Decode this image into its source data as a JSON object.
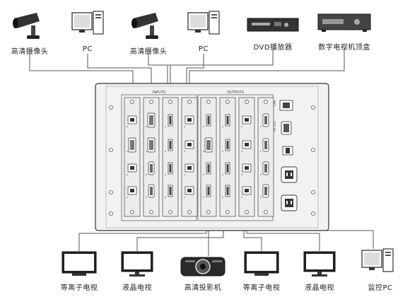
{
  "top_devices": [
    {
      "name": "camera-1",
      "label": "高清摄像头",
      "icon": "camera-icon"
    },
    {
      "name": "pc-1",
      "label": "PC",
      "icon": "pc-icon"
    },
    {
      "name": "camera-2",
      "label": "高清摄像头",
      "icon": "camera-icon"
    },
    {
      "name": "pc-2",
      "label": "PC",
      "icon": "pc-icon"
    },
    {
      "name": "dvd-player",
      "label": "DVD播放器",
      "icon": "dvd-player-icon"
    },
    {
      "name": "set-top-box",
      "label": "数字电视机顶盒",
      "icon": "set-top-box-icon"
    }
  ],
  "bottom_devices": [
    {
      "name": "plasma-tv-1",
      "label": "等离子电视",
      "icon": "tv-icon"
    },
    {
      "name": "lcd-tv-1",
      "label": "液晶电视",
      "icon": "monitor-icon"
    },
    {
      "name": "hd-projector",
      "label": "高清投影机",
      "icon": "projector-icon"
    },
    {
      "name": "plasma-tv-2",
      "label": "等离子电视",
      "icon": "tv-icon"
    },
    {
      "name": "lcd-tv-2",
      "label": "液晶电视",
      "icon": "monitor-icon"
    },
    {
      "name": "monitor-pc",
      "label": "监控PC",
      "icon": "pc-icon"
    }
  ],
  "chassis": {
    "inputs_label": "INPUTS",
    "outputs_label": "OUTPUTS",
    "lan_label": "LAN",
    "rs232_label": "RS-232"
  },
  "colors": {
    "line": "#555555",
    "chassis_fill": "#f2f2f2",
    "card_fill": "#ececec",
    "device_dark": "#333333"
  }
}
